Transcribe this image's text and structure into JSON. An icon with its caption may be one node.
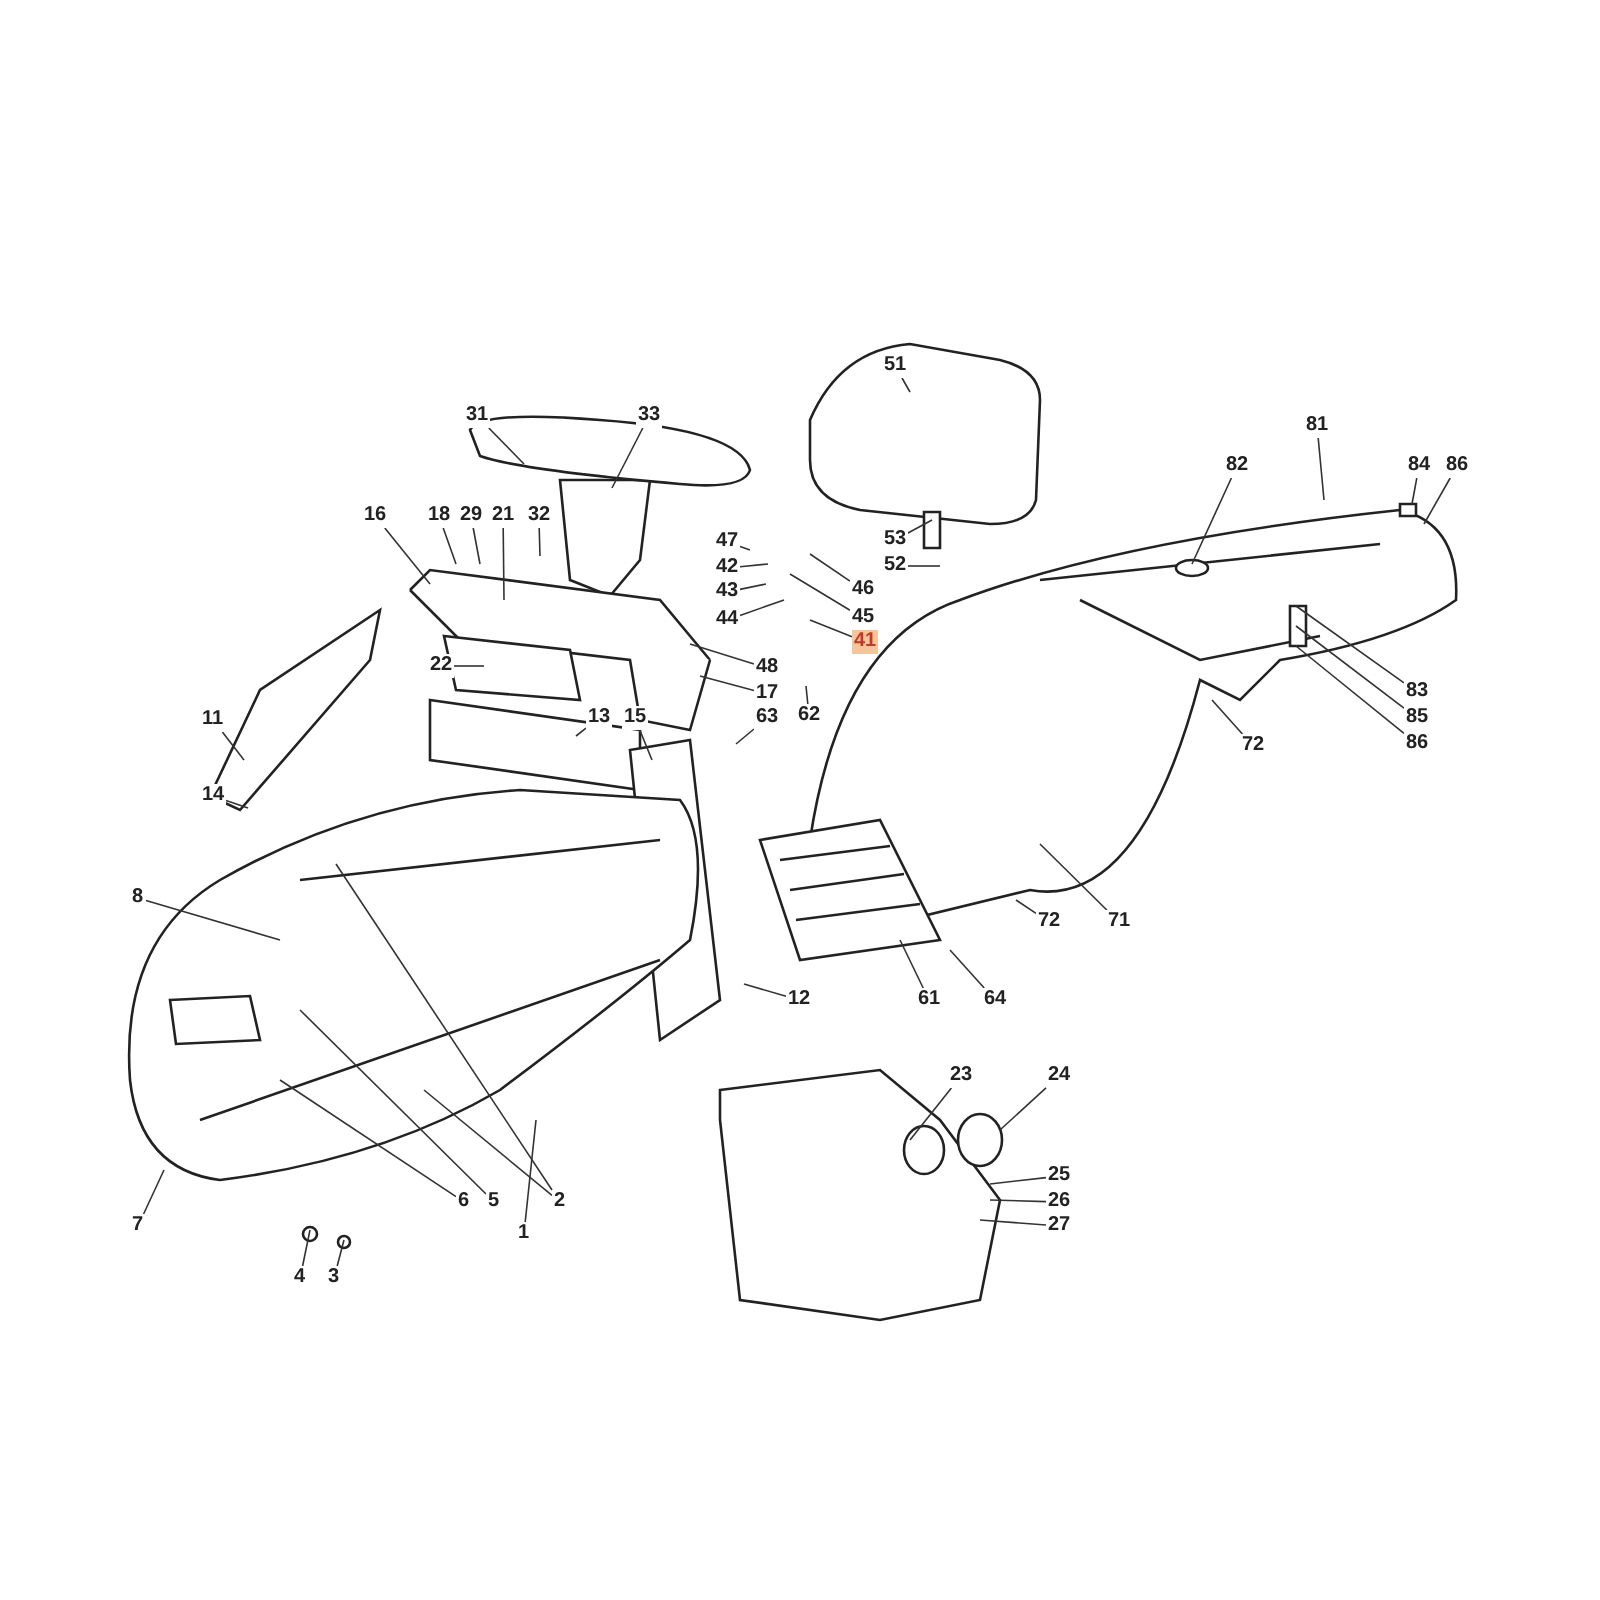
{
  "diagram": {
    "nodes": [
      {
        "text": [
          "31"
        ]
      },
      {
        "text": [
          "33"
        ]
      },
      {
        "text": [
          "51"
        ]
      },
      {
        "text": [
          "82"
        ]
      },
      {
        "text": [
          "84"
        ]
      },
      {
        "text": [
          "86"
        ]
      },
      {
        "text": [
          "16"
        ]
      },
      {
        "text": [
          "18"
        ]
      },
      {
        "text": [
          "29"
        ]
      },
      {
        "text": [
          "21"
        ]
      },
      {
        "text": [
          "32"
        ]
      },
      {
        "text": [
          "47"
        ]
      },
      {
        "text": [
          "42"
        ]
      },
      {
        "text": [
          "46"
        ]
      },
      {
        "text": [
          "43"
        ]
      },
      {
        "text": [
          "45"
        ]
      },
      {
        "text": [
          "44"
        ]
      },
      {
        "text": [
          "41"
        ]
      },
      {
        "text": [
          "53"
        ]
      },
      {
        "text": [
          "52"
        ]
      },
      {
        "text": [
          "83"
        ]
      },
      {
        "text": [
          "85"
        ]
      },
      {
        "text": [
          "86"
        ]
      },
      {
        "text": [
          "22"
        ]
      },
      {
        "text": [
          "48"
        ]
      },
      {
        "text": [
          "17"
        ]
      },
      {
        "text": [
          "62"
        ]
      },
      {
        "text": [
          "63"
        ]
      },
      {
        "text": [
          "11"
        ]
      },
      {
        "text": [
          "13"
        ]
      },
      {
        "text": [
          "15"
        ]
      },
      {
        "text": [
          "72"
        ]
      },
      {
        "text": [
          "14"
        ]
      },
      {
        "text": [
          "71"
        ]
      },
      {
        "text": [
          "8"
        ]
      },
      {
        "text": [
          "12"
        ]
      },
      {
        "text": [
          "61"
        ]
      },
      {
        "text": [
          "64"
        ]
      },
      {
        "text": [
          "72"
        ]
      },
      {
        "text": [
          "23"
        ]
      },
      {
        "text": [
          "24"
        ]
      },
      {
        "text": [
          "25"
        ]
      },
      {
        "text": [
          "26"
        ]
      },
      {
        "text": [
          "27"
        ]
      },
      {
        "text": [
          "7"
        ]
      },
      {
        "text": [
          "6"
        ]
      },
      {
        "text": [
          "5"
        ]
      },
      {
        "text": [
          "2"
        ]
      },
      {
        "text": [
          "4"
        ]
      },
      {
        "text": [
          "3"
        ]
      },
      {
        "text": [
          "81"
        ]
      },
      {
        "text": [
          "1"
        ]
      }
    ],
    "edges": [
      {
        "from": 0,
        "to": null,
        "arrow": "none"
      },
      {
        "from": 1,
        "to": null,
        "arrow": "none"
      },
      {
        "from": 2,
        "to": null,
        "arrow": "none"
      },
      {
        "from": 3,
        "to": null,
        "arrow": "none"
      },
      {
        "from": 4,
        "to": null,
        "arrow": "none"
      },
      {
        "from": 5,
        "to": null,
        "arrow": "none"
      },
      {
        "from": 6,
        "to": null,
        "arrow": "none"
      },
      {
        "from": 7,
        "to": null,
        "arrow": "none"
      },
      {
        "from": 8,
        "to": null,
        "arrow": "none"
      },
      {
        "from": 9,
        "to": null,
        "arrow": "none"
      },
      {
        "from": 10,
        "to": null,
        "arrow": "none"
      },
      {
        "from": 11,
        "to": null,
        "arrow": "none"
      },
      {
        "from": 12,
        "to": null,
        "arrow": "none"
      },
      {
        "from": 13,
        "to": null,
        "arrow": "none"
      },
      {
        "from": 14,
        "to": null,
        "arrow": "none"
      },
      {
        "from": 15,
        "to": null,
        "arrow": "none"
      },
      {
        "from": 16,
        "to": null,
        "arrow": "none"
      },
      {
        "from": 17,
        "to": null,
        "arrow": "none"
      },
      {
        "from": 18,
        "to": null,
        "arrow": "none"
      },
      {
        "from": 19,
        "to": null,
        "arrow": "none"
      },
      {
        "from": 20,
        "to": null,
        "arrow": "none"
      },
      {
        "from": 21,
        "to": null,
        "arrow": "none"
      },
      {
        "from": 22,
        "to": null,
        "arrow": "none"
      },
      {
        "from": 23,
        "to": null,
        "arrow": "none"
      },
      {
        "from": 24,
        "to": null,
        "arrow": "none"
      },
      {
        "from": 25,
        "to": null,
        "arrow": "none"
      },
      {
        "from": 26,
        "to": null,
        "arrow": "none"
      },
      {
        "from": 27,
        "to": null,
        "arrow": "none"
      },
      {
        "from": 28,
        "to": null,
        "arrow": "none"
      },
      {
        "from": 29,
        "to": null,
        "arrow": "none"
      },
      {
        "from": 30,
        "to": null,
        "arrow": "none"
      },
      {
        "from": 31,
        "to": null,
        "arrow": "none"
      },
      {
        "from": 32,
        "to": null,
        "arrow": "none"
      },
      {
        "from": 33,
        "to": null,
        "arrow": "none"
      },
      {
        "from": 34,
        "to": null,
        "arrow": "none"
      },
      {
        "from": 35,
        "to": null,
        "arrow": "none"
      },
      {
        "from": 36,
        "to": null,
        "arrow": "none"
      },
      {
        "from": 37,
        "to": null,
        "arrow": "none"
      },
      {
        "from": 38,
        "to": null,
        "arrow": "none"
      },
      {
        "from": 39,
        "to": null,
        "arrow": "none"
      },
      {
        "from": 40,
        "to": null,
        "arrow": "none"
      },
      {
        "from": 41,
        "to": null,
        "arrow": "none"
      },
      {
        "from": 42,
        "to": null,
        "arrow": "none"
      },
      {
        "from": 43,
        "to": null,
        "arrow": "none"
      },
      {
        "from": 44,
        "to": null,
        "arrow": "none"
      },
      {
        "from": 45,
        "to": null,
        "arrow": "none"
      },
      {
        "from": 46,
        "to": null,
        "arrow": "none"
      },
      {
        "from": 47,
        "to": null,
        "arrow": "none"
      },
      {
        "from": 47,
        "to": null,
        "arrow": "none"
      },
      {
        "from": 48,
        "to": null,
        "arrow": "none"
      },
      {
        "from": 49,
        "to": null,
        "arrow": "none"
      },
      {
        "from": 50,
        "to": null,
        "arrow": "none"
      },
      {
        "from": 51,
        "to": null,
        "arrow": "none"
      }
    ]
  }
}
